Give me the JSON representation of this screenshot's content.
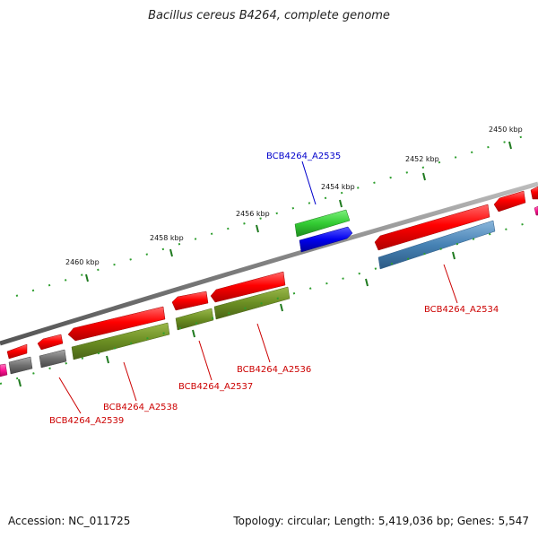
{
  "title": "Bacillus cereus B4264, complete genome",
  "footer": {
    "accession": "Accession: NC_011725",
    "summary": "Topology: circular; Length: 5,419,036 bp; Genes: 5,547"
  },
  "ticks": [
    {
      "label": "2450 kbp"
    },
    {
      "label": "2452 kbp"
    },
    {
      "label": "2454 kbp"
    },
    {
      "label": "2456 kbp"
    },
    {
      "label": "2458 kbp"
    },
    {
      "label": "2460 kbp"
    }
  ],
  "gene_labels": [
    {
      "text": "BCB4264_A2535",
      "color": "#0000cc"
    },
    {
      "text": "BCB4264_A2534",
      "color": "#cc0000"
    },
    {
      "text": "BCB4264_A2536",
      "color": "#cc0000"
    },
    {
      "text": "BCB4264_A2537",
      "color": "#cc0000"
    },
    {
      "text": "BCB4264_A2538",
      "color": "#cc0000"
    },
    {
      "text": "BCB4264_A2539",
      "color": "#cc0000"
    }
  ],
  "colors": {
    "backbone": "#808080",
    "cds_forward": "#ff1a1a",
    "cds_reverse": "#ff1a1a",
    "gene_olive": "#6b8e23",
    "gene_steelblue": "#4682b4",
    "gene_green": "#33cc33",
    "gene_blue": "#0000ee",
    "gene_gray": "#707070",
    "gene_magenta": "#ff1493",
    "tick_dark": "#1f7a1f",
    "tick_light": "#2e9e2e"
  }
}
